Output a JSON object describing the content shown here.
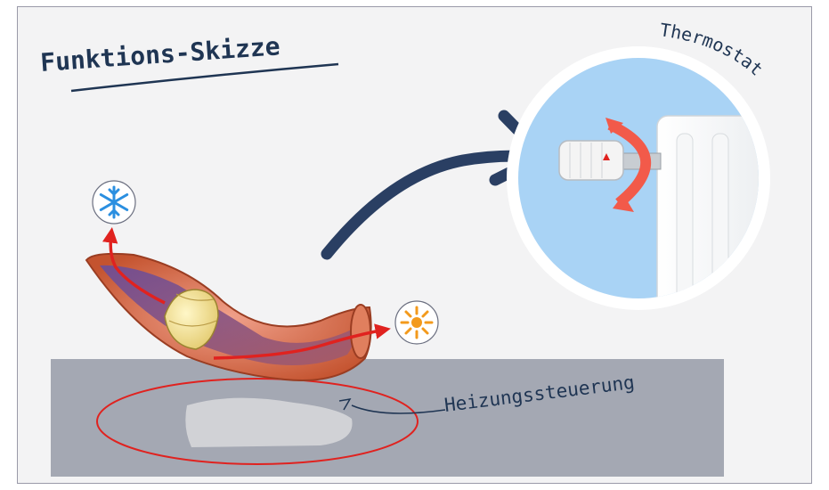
{
  "title": "Funktions-Skizze",
  "labels": {
    "thermostat": "Thermostat",
    "heating_control": "Heizungssteuerung"
  },
  "icons": {
    "cold": "snowflake-icon",
    "warm": "sun-icon"
  },
  "colors": {
    "ink": "#1f3553",
    "arrow_red": "#e0221f",
    "pipe_outer": "#c95a35",
    "pipe_inner": "#7d4f86",
    "sky": "#a9d3f5",
    "floor": "#a4a8b3",
    "snow_blue": "#2b8fe0",
    "sun_orange": "#f39a1c"
  }
}
